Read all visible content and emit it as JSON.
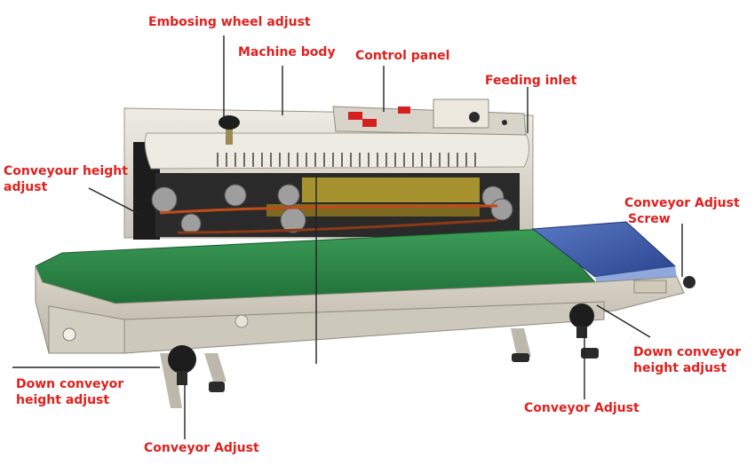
{
  "labels": {
    "embossing_wheel_adjust": "Embosing wheel adjust",
    "machine_body": "Machine body",
    "control_panel": "Control panel",
    "feeding_inlet": "Feeding inlet",
    "conveyour_height_adjust_line1": "Conveyour height",
    "conveyour_height_adjust_line2": "adjust",
    "conveyor_adjust_screw_line1": "Conveyor Adjust",
    "conveyor_adjust_screw_line2": "Screw",
    "down_conveyor_height_adjust_right_line1": "Down conveyor",
    "down_conveyor_height_adjust_right_line2": "height adjust",
    "down_conveyor_height_adjust_left_line1": "Down conveyor",
    "down_conveyor_height_adjust_left_line2": "height adjust",
    "conveyor_adjust_right": "Conveyor Adjust",
    "conveyor_adjust_left": "Conveyor Adjust"
  },
  "colors": {
    "label": "#e0201c",
    "leader": "#222222",
    "belt": "#2f8f4a",
    "body": "#e6e2d8",
    "platform": "#3f5fae"
  }
}
